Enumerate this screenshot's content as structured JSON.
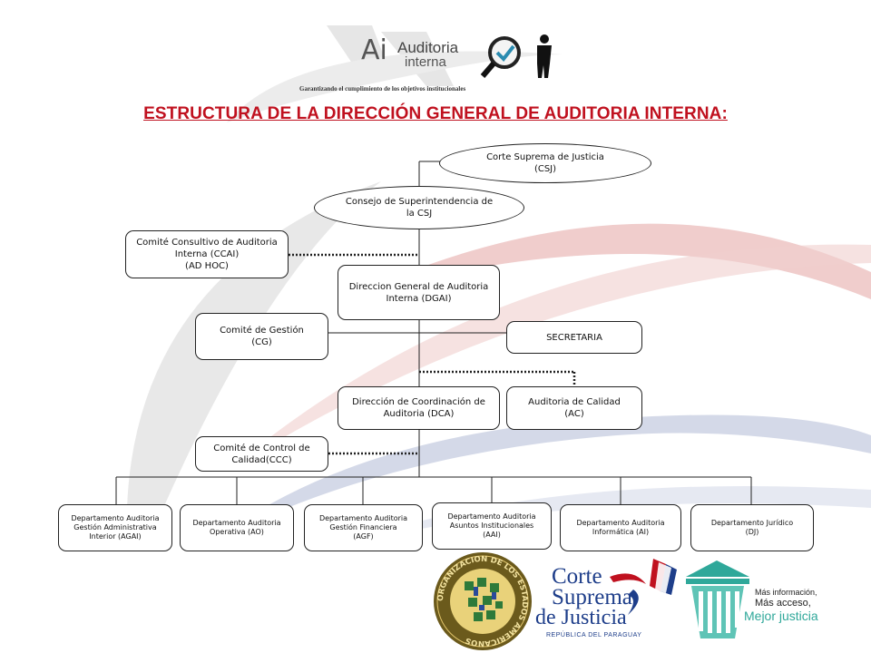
{
  "header": {
    "logo_ai": "Ai",
    "logo_line1": "Auditoria",
    "logo_line2": "interna",
    "tagline": "Garantizando el cumplimiento de los objetivos institucionales",
    "title": "ESTRUCTURA DE LA DIRECCIÓN  GENERAL DE AUDITORIA INTERNA:"
  },
  "org": {
    "csj": "Corte Suprema de Justicia\n(CSJ)",
    "consejo": "Consejo de Superintendencia de\nla CSJ",
    "ccai": "Comité Consultivo de Auditoria\nInterna (CCAI)\n(AD HOC)",
    "dgai": "Direccion General de Auditoria\nInterna (DGAI)",
    "cg": "Comité de Gestión\n(CG)",
    "secretaria": "SECRETARIA",
    "dca": "Dirección de Coordinación de\nAuditoria  (DCA)",
    "ac": "Auditoria de Calidad\n(AC)",
    "ccc": "Comité de Control de\nCalidad(CCC)",
    "agai": "Departamento Auditoria\nGestión Administrativa\nInterior (AGAI)",
    "ao": "Departamento Auditoria\nOperativa (AO)",
    "agf": "Departamento Auditoria\nGestión Financiera\n(AGF)",
    "aai": "Departamento Auditoria\nAsuntos Institucionales\n(AAI)",
    "ai": "Departamento Auditoria\nInformática (AI)",
    "dj": "Departamento Jurídico\n(DJ)"
  },
  "footer": {
    "oea_seal_text": "ORGANIZACION DE LOS ESTADOS AMERICANOS",
    "csj_line1": "Corte",
    "csj_line2": "Suprema",
    "csj_line3": "de Justicia",
    "csj_sub": "REPÚBLICA DEL PARAGUAY",
    "slogan1": "Más información,",
    "slogan2": "Más acceso,",
    "slogan3": "Mejor justicia"
  },
  "colors": {
    "title_red": "#c0111f",
    "swoosh_red": "#e8b9b7",
    "swoosh_blue": "#c5cde0",
    "csj_blue": "#1e3e8a",
    "teal": "#2fa89a"
  }
}
